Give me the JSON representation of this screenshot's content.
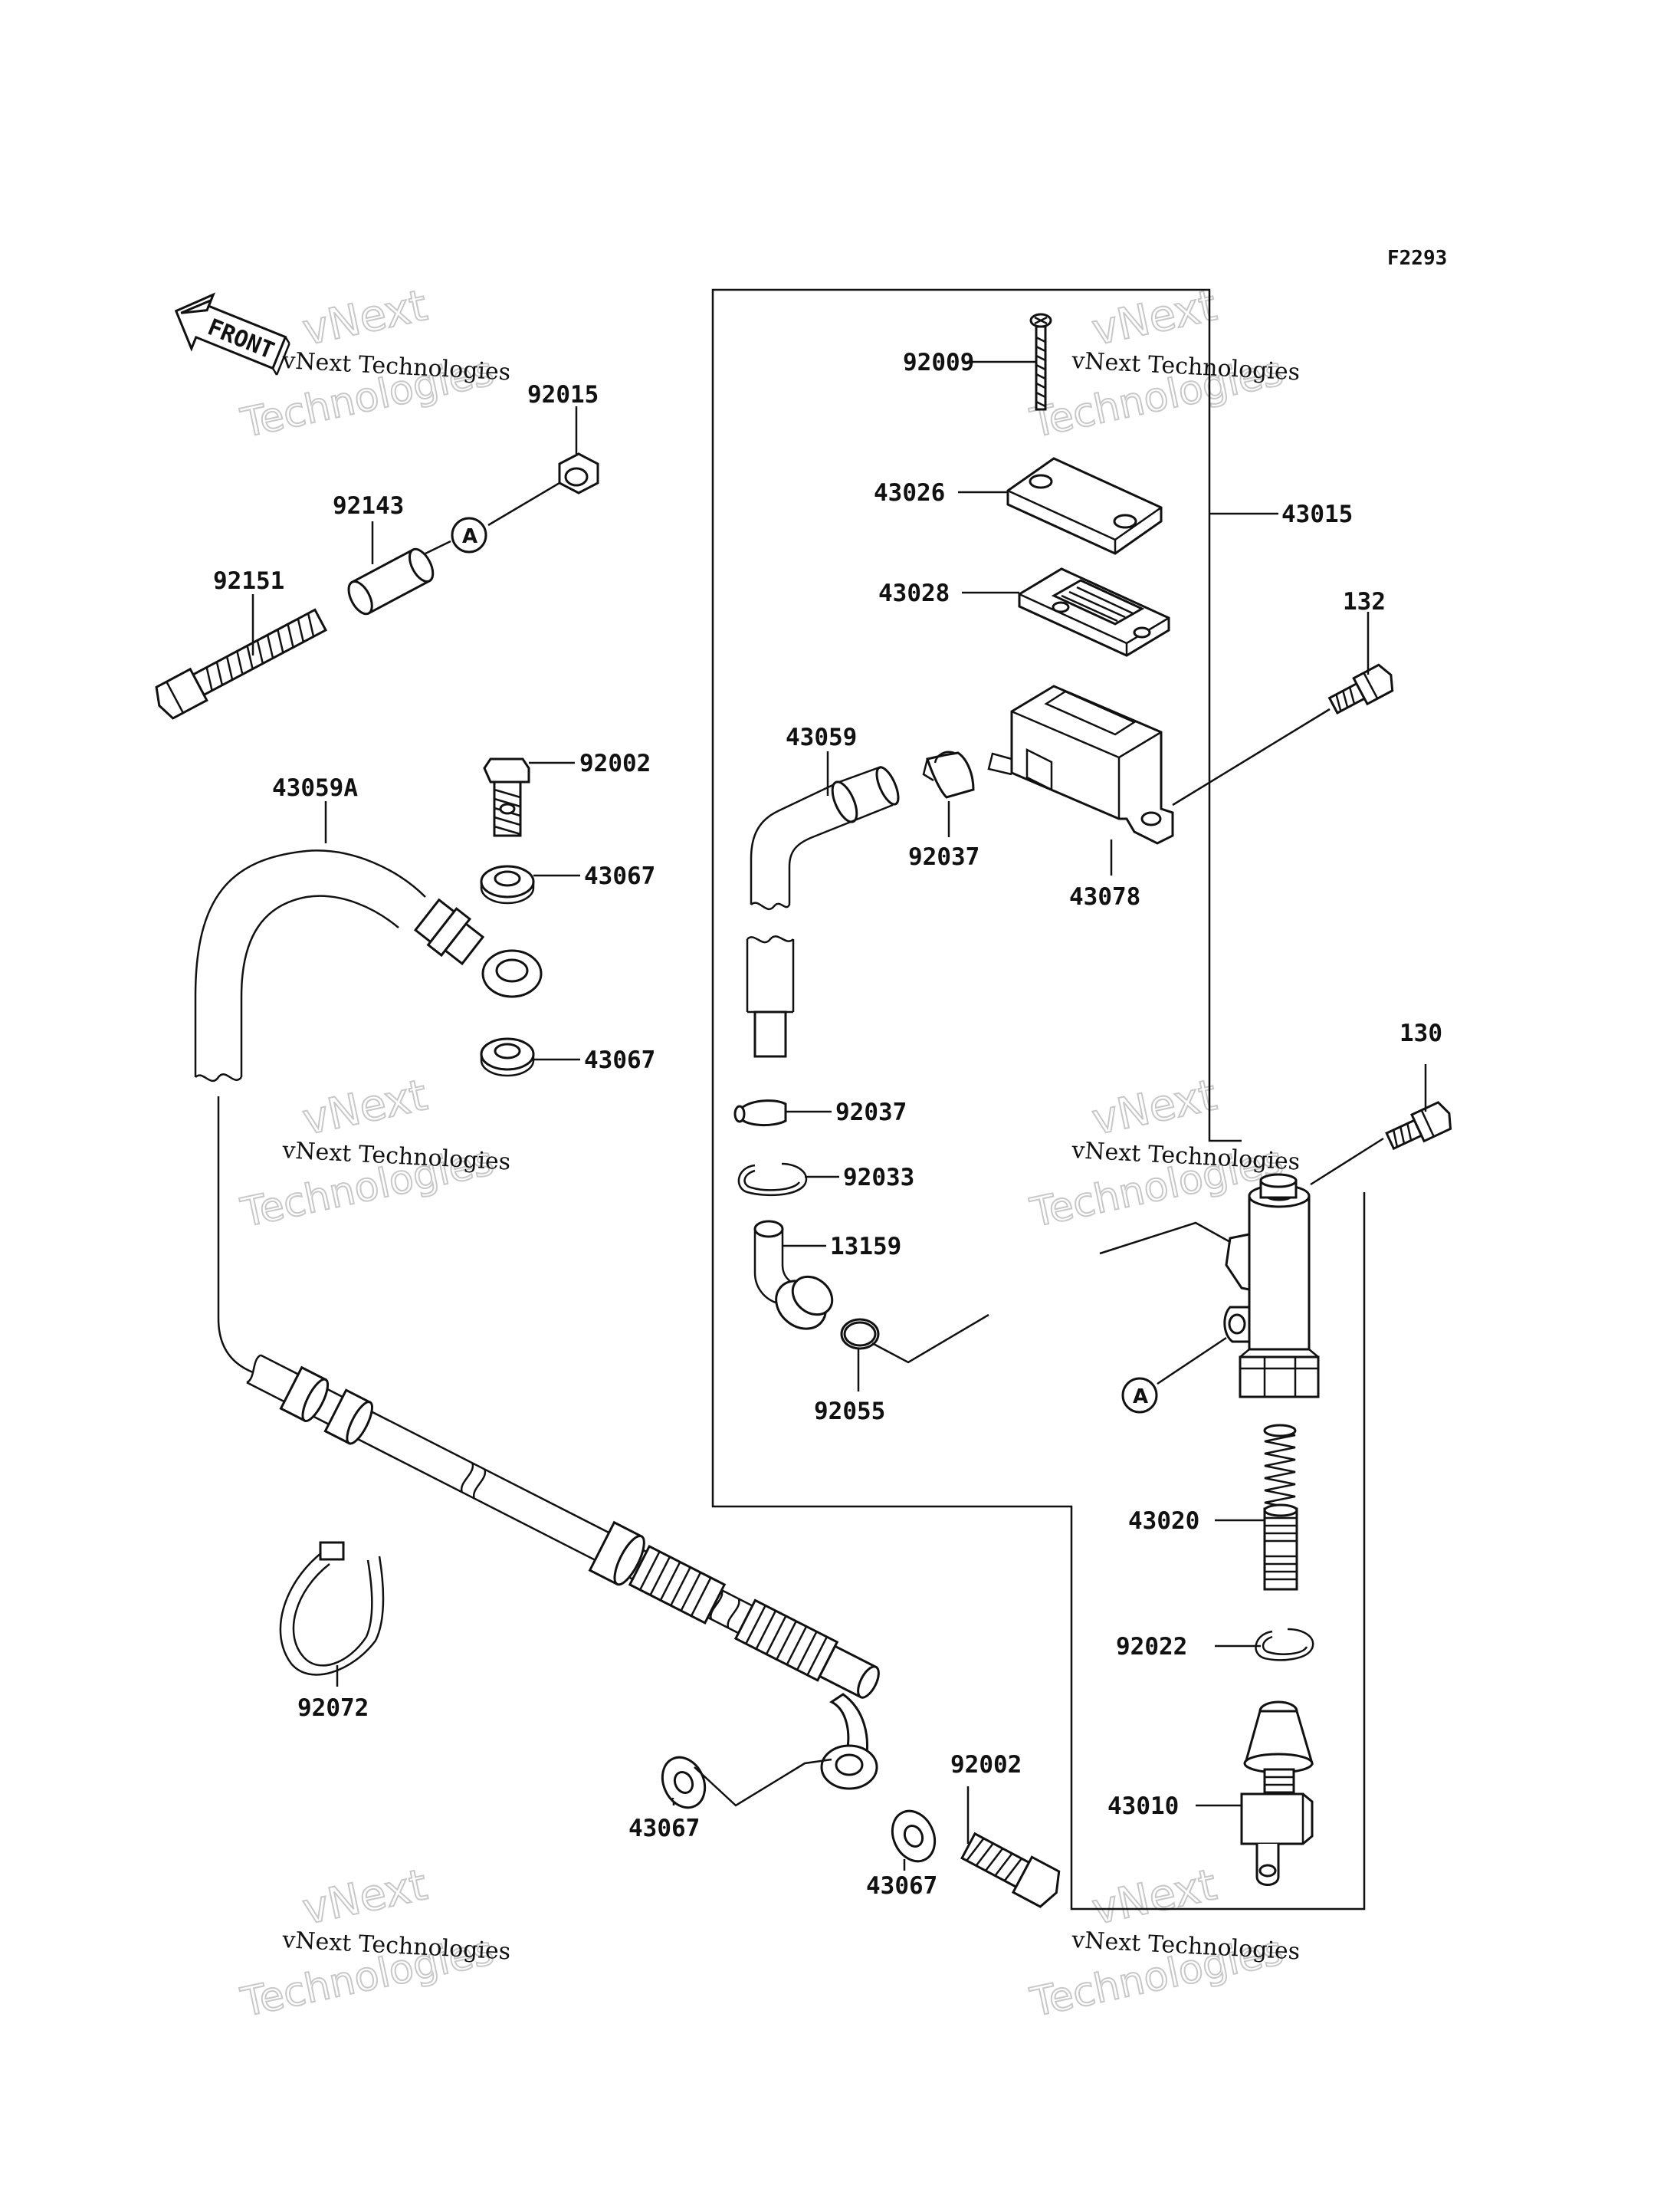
{
  "diagram": {
    "code": "F2293",
    "front_label": "FRONT",
    "ref_marker": "A",
    "watermark": {
      "line1": "vNext Technologies",
      "line2": "vNext",
      "line3": "Technologies"
    },
    "parts": [
      {
        "id": "p92015",
        "number": "92015"
      },
      {
        "id": "p92143",
        "number": "92143"
      },
      {
        "id": "p92151",
        "number": "92151"
      },
      {
        "id": "p92002a",
        "number": "92002"
      },
      {
        "id": "p43059A",
        "number": "43059A"
      },
      {
        "id": "p43067a",
        "number": "43067"
      },
      {
        "id": "p43067b",
        "number": "43067"
      },
      {
        "id": "p92072",
        "number": "92072"
      },
      {
        "id": "p43067c",
        "number": "43067"
      },
      {
        "id": "p43067d",
        "number": "43067"
      },
      {
        "id": "p92002b",
        "number": "92002"
      },
      {
        "id": "p92009",
        "number": "92009"
      },
      {
        "id": "p43026",
        "number": "43026"
      },
      {
        "id": "p43028",
        "number": "43028"
      },
      {
        "id": "p43015",
        "number": "43015"
      },
      {
        "id": "p132",
        "number": "132"
      },
      {
        "id": "p43059",
        "number": "43059"
      },
      {
        "id": "p92037a",
        "number": "92037"
      },
      {
        "id": "p43078",
        "number": "43078"
      },
      {
        "id": "p92037b",
        "number": "92037"
      },
      {
        "id": "p92033",
        "number": "92033"
      },
      {
        "id": "p13159",
        "number": "13159"
      },
      {
        "id": "p92055",
        "number": "92055"
      },
      {
        "id": "p130",
        "number": "130"
      },
      {
        "id": "p43020",
        "number": "43020"
      },
      {
        "id": "p92022",
        "number": "92022"
      },
      {
        "id": "p43010",
        "number": "43010"
      }
    ]
  }
}
